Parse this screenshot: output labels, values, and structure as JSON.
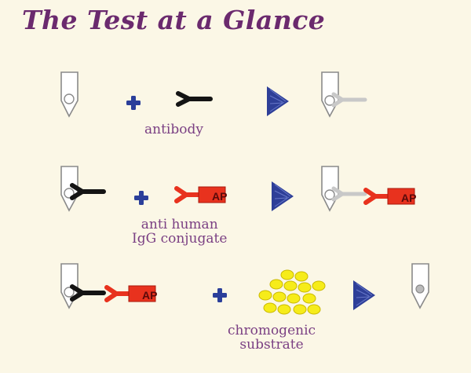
{
  "title": "The Test at a Glance",
  "colors": {
    "title": "#6b2a6e",
    "label": "#7a3f83",
    "background": "#fbf7e6",
    "plus": "#2b3f9a",
    "arrow": "#2e3f98",
    "conjugate_red": "#e8321e",
    "substrate_yellow": "#f6ec1a"
  },
  "steps": [
    {
      "label_lines": [
        "antibody"
      ]
    },
    {
      "label_lines": [
        "anti human",
        "IgG conjugate"
      ],
      "enzyme_tag": "AP"
    },
    {
      "label_lines": [
        "chromogenic",
        "substrate"
      ],
      "enzyme_tag": "AP"
    }
  ]
}
